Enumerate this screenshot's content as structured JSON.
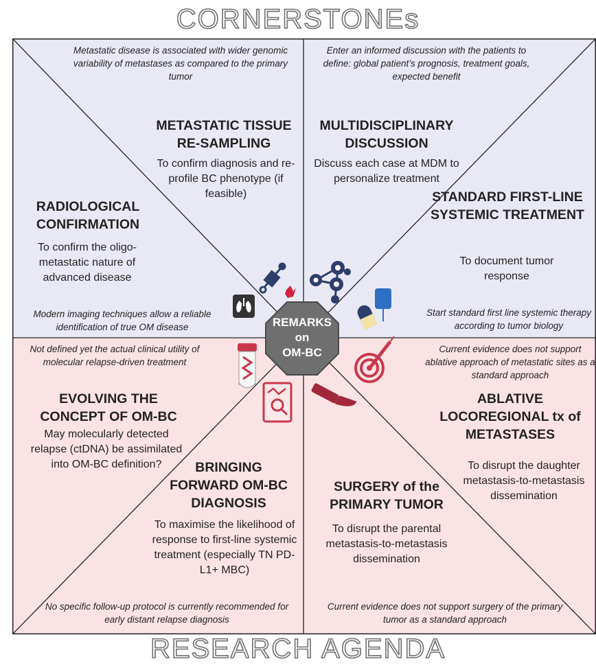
{
  "titles": {
    "top": "CORNERSTONEs",
    "bottom": "RESEARCH AGENDA"
  },
  "center": {
    "line1": "REMARKS",
    "line2": "on",
    "line3": "OM-BC"
  },
  "colors": {
    "top_bg": "#e9e9f6",
    "bottom_bg": "#fbe3e5",
    "center_fill": "#6f6f6f",
    "accent_red": "#c0392b"
  },
  "sectors": {
    "tissue": {
      "note": "Metastatic disease is associated with wider genomic variability of metastases as compared to the primary tumor",
      "title": "METASTATIC TISSUE RE-SAMPLING",
      "body": "To confirm diagnosis and re-profile BC phenotype (if feasible)"
    },
    "mdt": {
      "note": "Enter an informed discussion with the patients to define: global patient’s prognosis, treatment goals, expected benefit",
      "title": "MULTIDISCIPLINARY DISCUSSION",
      "body": "Discuss each case at MDM to personalize treatment"
    },
    "radiology": {
      "title": "RADIOLOGICAL CONFIRMATION",
      "body": "To confirm the oligo-metastatic nature of advanced disease",
      "note": "Modern imaging techniques allow a reliable identification of true OM disease"
    },
    "systemic": {
      "title": "STANDARD FIRST-LINE SYSTEMIC TREATMENT",
      "body": "To document tumor response",
      "note": "Start standard first line systemic therapy according to tumor biology"
    },
    "evolving": {
      "note": "Not defined yet the actual clinical utility of molecular relapse-driven treatment",
      "title": "EVOLVING THE CONCEPT OF OM-BC",
      "body": "May molecularly detected relapse (ctDNA) be assimilated into OM-BC definition?"
    },
    "ablative": {
      "note": "Current evidence does not support ablative approach of metastatic sites as a standard approach",
      "title": "ABLATIVE LOCOREGIONAL tx of METASTASES",
      "body": "To disrupt the daughter metastasis-to-metastasis dissemination"
    },
    "forward": {
      "title": "BRINGING FORWARD OM-BC DIAGNOSIS",
      "body": "To maximise the likelihood of response to first-line systemic treatment (especially TN PD-L1+ MBC)",
      "note": "No specific follow-up protocol is currently recommended for early distant relapse diagnosis"
    },
    "surgery": {
      "title": "SURGERY of the PRIMARY TUMOR",
      "body": "To disrupt the parental metastasis-to-metastasis dissemination",
      "note": "Current evidence does not support surgery of the primary tumor as a standard approach"
    }
  }
}
